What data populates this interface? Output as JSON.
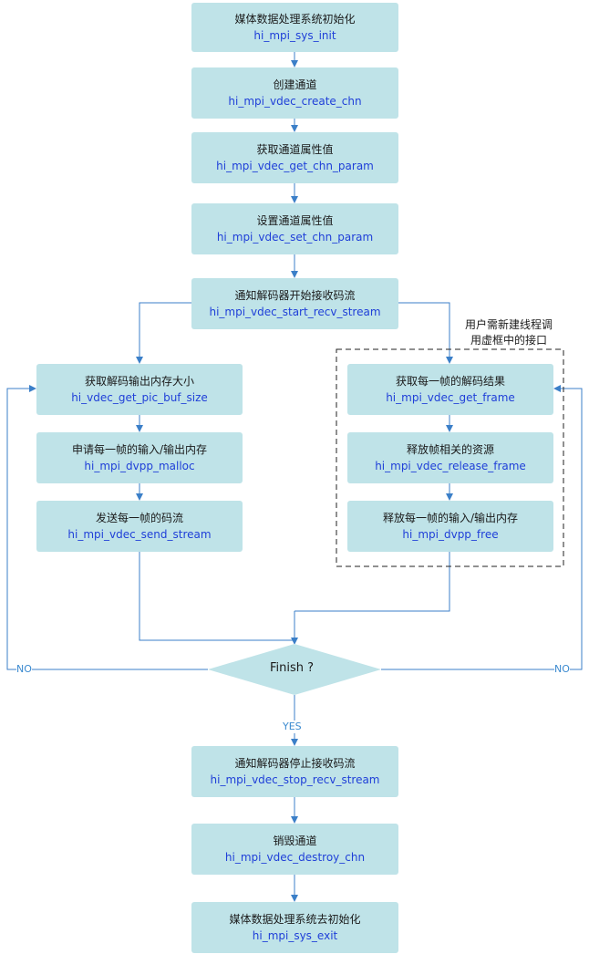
{
  "colors": {
    "box": "#bfe3e8",
    "arrow": "#3b7fc8",
    "func_text": "#1f3fd8",
    "label": "#3b8ad0"
  },
  "steps": [
    {
      "title": "媒体数据处理系统初始化",
      "func": "hi_mpi_sys_init"
    },
    {
      "title": "创建通道",
      "func": "hi_mpi_vdec_create_chn"
    },
    {
      "title": "获取通道属性值",
      "func": "hi_mpi_vdec_get_chn_param"
    },
    {
      "title": "设置通道属性值",
      "func": "hi_mpi_vdec_set_chn_param"
    },
    {
      "title": "通知解码器开始接收码流",
      "func": "hi_mpi_vdec_start_recv_stream"
    }
  ],
  "left_loop": [
    {
      "title": "获取解码输出内存大小",
      "func": "hi_vdec_get_pic_buf_size"
    },
    {
      "title": "申请每一帧的输入/输出内存",
      "func": "hi_mpi_dvpp_malloc"
    },
    {
      "title": "发送每一帧的码流",
      "func": "hi_mpi_vdec_send_stream"
    }
  ],
  "right_loop": [
    {
      "title": "获取每一帧的解码结果",
      "func": "hi_mpi_vdec_get_frame"
    },
    {
      "title": "释放帧相关的资源",
      "func": "hi_mpi_vdec_release_frame"
    },
    {
      "title": "释放每一帧的输入/输出内存",
      "func": "hi_mpi_dvpp_free"
    }
  ],
  "thread_note": {
    "line1": "用户需新建线程调",
    "line2": "用虚框中的接口"
  },
  "decision": {
    "text": "Finish ?",
    "no_left": "NO",
    "no_right": "NO",
    "yes": "YES"
  },
  "end_steps": [
    {
      "title": "通知解码器停止接收码流",
      "func": "hi_mpi_vdec_stop_recv_stream"
    },
    {
      "title": "销毁通道",
      "func": "hi_mpi_vdec_destroy_chn"
    },
    {
      "title": "媒体数据处理系统去初始化",
      "func": "hi_mpi_sys_exit"
    }
  ]
}
